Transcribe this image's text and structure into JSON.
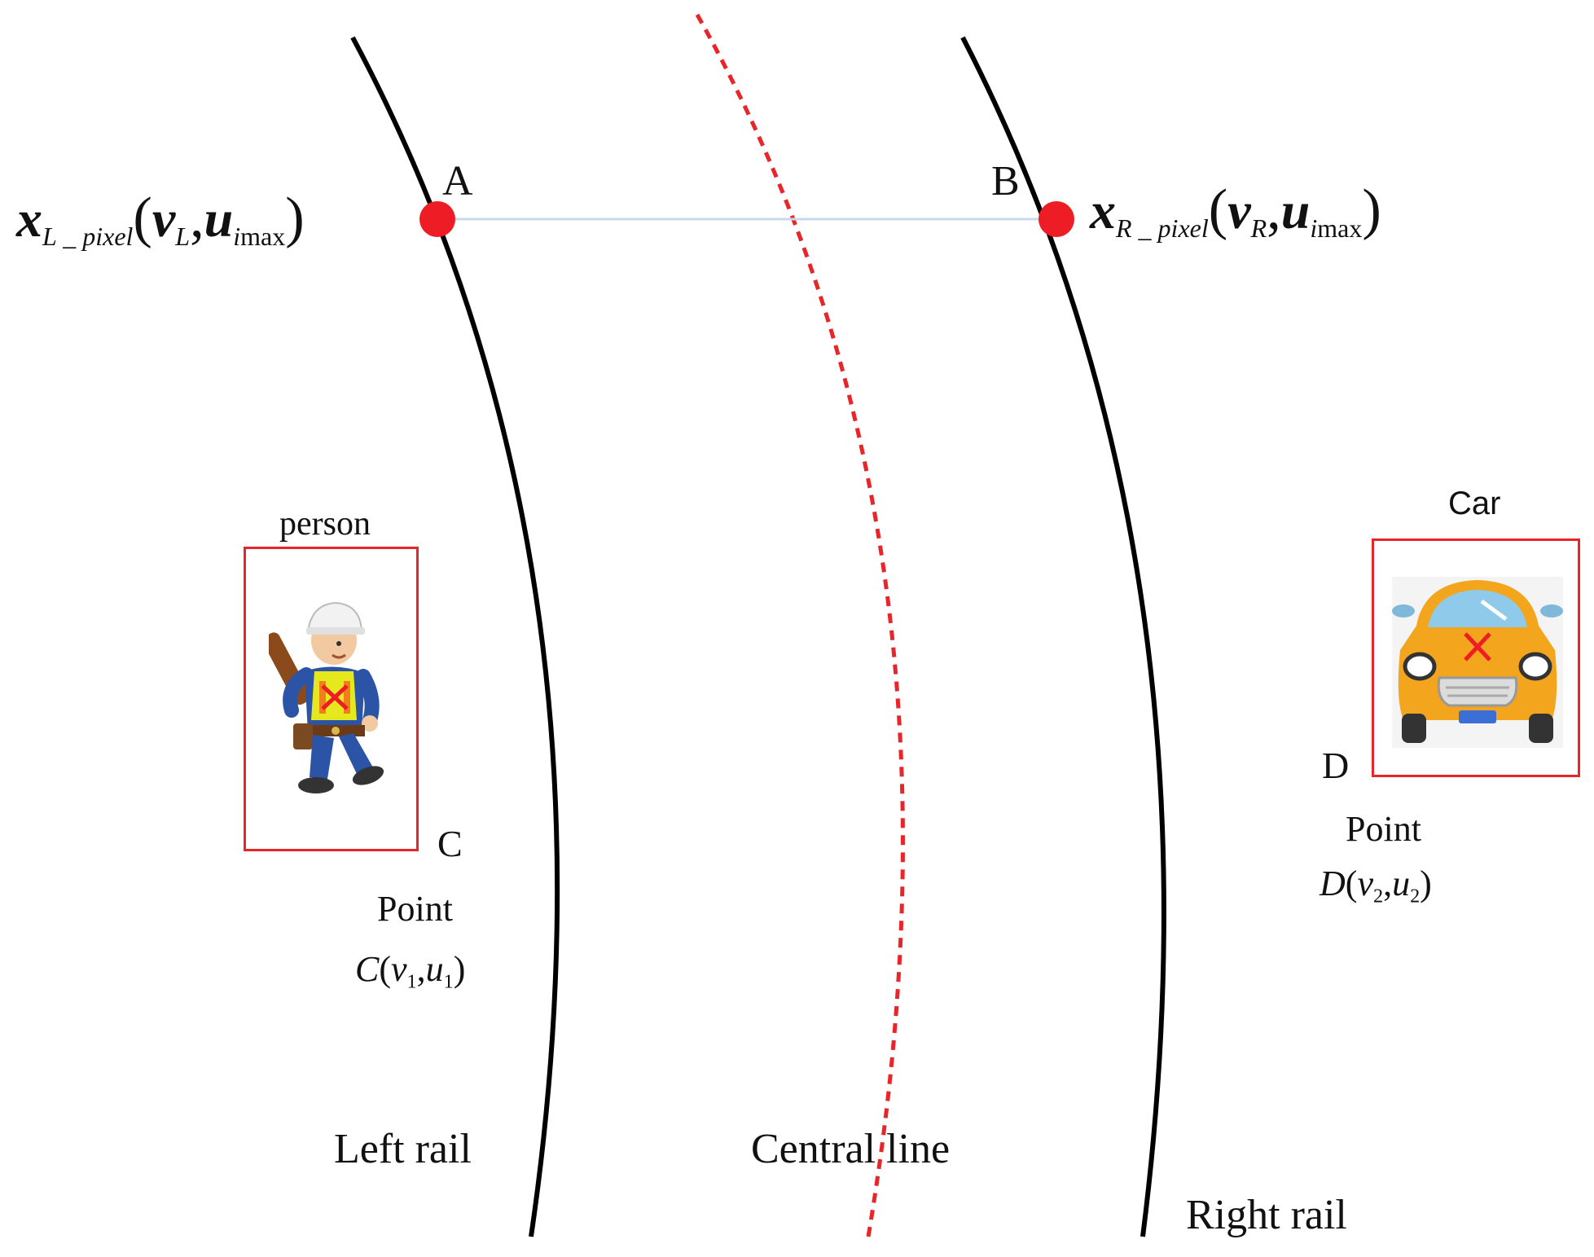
{
  "points": {
    "A": {
      "letter": "A"
    },
    "B": {
      "letter": "B"
    },
    "C": {
      "letter": "C",
      "caption": "Point",
      "expr": {
        "name": "C",
        "v": "v",
        "v_sub": "1",
        "u": "u",
        "u_sub": "1"
      }
    },
    "D": {
      "letter": "D",
      "caption": "Point",
      "expr": {
        "name": "D",
        "v": "v",
        "v_sub": "2",
        "u": "u",
        "u_sub": "2"
      }
    }
  },
  "formulas": {
    "left": {
      "var": "x",
      "var_sub": "L _ pixel",
      "v": "v",
      "v_sub": "L",
      "u": "u",
      "u_sub_i": "i",
      "u_sub_max": "max"
    },
    "right": {
      "var": "x",
      "var_sub": "R _ pixel",
      "v": "v",
      "v_sub": "R",
      "u": "u",
      "u_sub_i": "i",
      "u_sub_max": "max"
    }
  },
  "objects": {
    "person": {
      "label": "person",
      "icon": "construction-worker-icon"
    },
    "car": {
      "label": "Car",
      "icon": "car-icon"
    }
  },
  "rails": {
    "left": {
      "label": "Left rail"
    },
    "center": {
      "label": "Central line"
    },
    "right": {
      "label": "Right rail"
    }
  },
  "colors": {
    "rail": "#000000",
    "center_line": "#e8262a",
    "marker": "#ee1c25",
    "box": "#e8262a",
    "connector": "#c9d8ea"
  }
}
